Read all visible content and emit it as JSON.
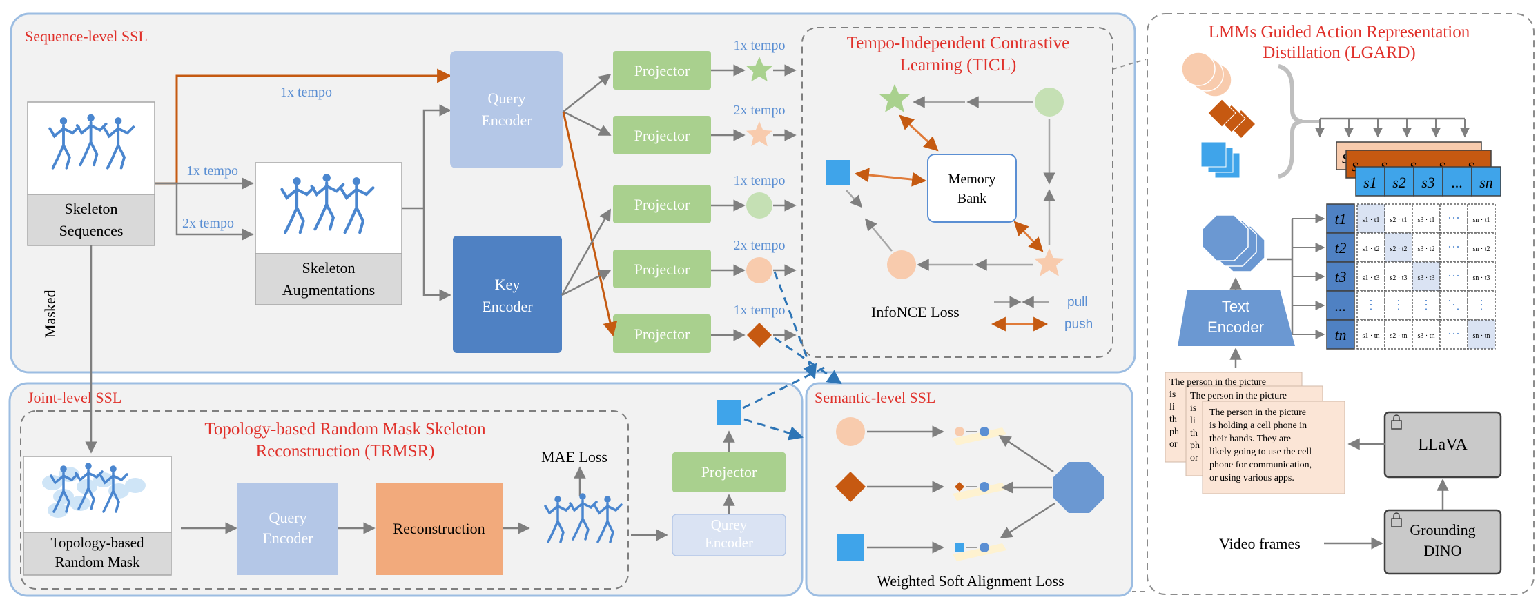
{
  "colors": {
    "red": "#e0312b",
    "blue_label": "#5b8fd3",
    "panel_border": "#9cbde2",
    "panel_fill": "#f2f2f2",
    "projector": "#a9d08e",
    "query_encoder": "#b4c7e7",
    "key_encoder": "#4f81c3",
    "reconstruction": "#f2aa7c",
    "orange_arrow": "#c55a11",
    "green_shape": "#a9d18e",
    "peach_shape": "#f8cbad",
    "brown_shape": "#c65911",
    "blue_shape": "#3fa4ea"
  },
  "sequence": {
    "title": "Sequence-level SSL",
    "skeleton_sequences": "Skeleton\nSequences",
    "skeleton_augmentations": "Skeleton\nAugmentations",
    "masked": "Masked",
    "tempo_1x": "1x tempo",
    "tempo_2x": "2x tempo",
    "query_encoder": "Query\nEncoder",
    "key_encoder": "Key\nEncoder",
    "projector": "Projector",
    "ticl_title": "Tempo-Independent Contrastive\nLearning (TICL)",
    "memory_bank": "Memory\nBank",
    "infonce": "InfoNCE Loss",
    "pull": "pull",
    "push": "push"
  },
  "joint": {
    "title": "Joint-level SSL",
    "trmsr_title": "Topology-based Random Mask Skeleton\nReconstruction (TRMSR)",
    "random_mask": "Topology-based\nRandom Mask",
    "query_encoder": "Query\nEncoder",
    "reconstruction": "Reconstruction",
    "mae_loss": "MAE Loss",
    "projector": "Projector",
    "qurey_encoder": "Qurey\nEncoder"
  },
  "semantic": {
    "title": "Semantic-level SSL",
    "loss": "Weighted Soft Alignment Loss"
  },
  "lgard": {
    "title": "LMMs Guided Action Representation\nDistillation (LGARD)",
    "s_labels": [
      "s",
      "s",
      "s",
      "s",
      "s"
    ],
    "s_front": [
      "s1",
      "s2",
      "s3",
      "...",
      "sn"
    ],
    "t_labels": [
      "t1",
      "t2",
      "t3",
      "...",
      "tn"
    ],
    "text_encoder": "Text\nEncoder",
    "llava": "LLaVA",
    "grounding": "Grounding\nDINO",
    "video_frames": "Video frames",
    "caption": "The person in the picture\nis holding a cell phone in\ntheir hands.  They are\nlikely going to use the cell\nphone for communication,\nor using various apps.",
    "caption_back": "The person in the picture\nis\nli\nth\nph\nor",
    "matrix": [
      [
        "s1 · t1",
        "s2 · t1",
        "s3 · t1",
        "···",
        "sn · t1"
      ],
      [
        "s1 · t2",
        "s2 · t2",
        "s3 · t2",
        "···",
        "sn · t2"
      ],
      [
        "s1 · t3",
        "s2 · t3",
        "s3 · t3",
        "···",
        "sn · t3"
      ],
      [
        "⋮",
        "⋮",
        "⋮",
        "⋱",
        "⋮"
      ],
      [
        "s1 · tn",
        "s2 · tn",
        "s3 · tn",
        "···",
        "sn · tn"
      ]
    ]
  }
}
